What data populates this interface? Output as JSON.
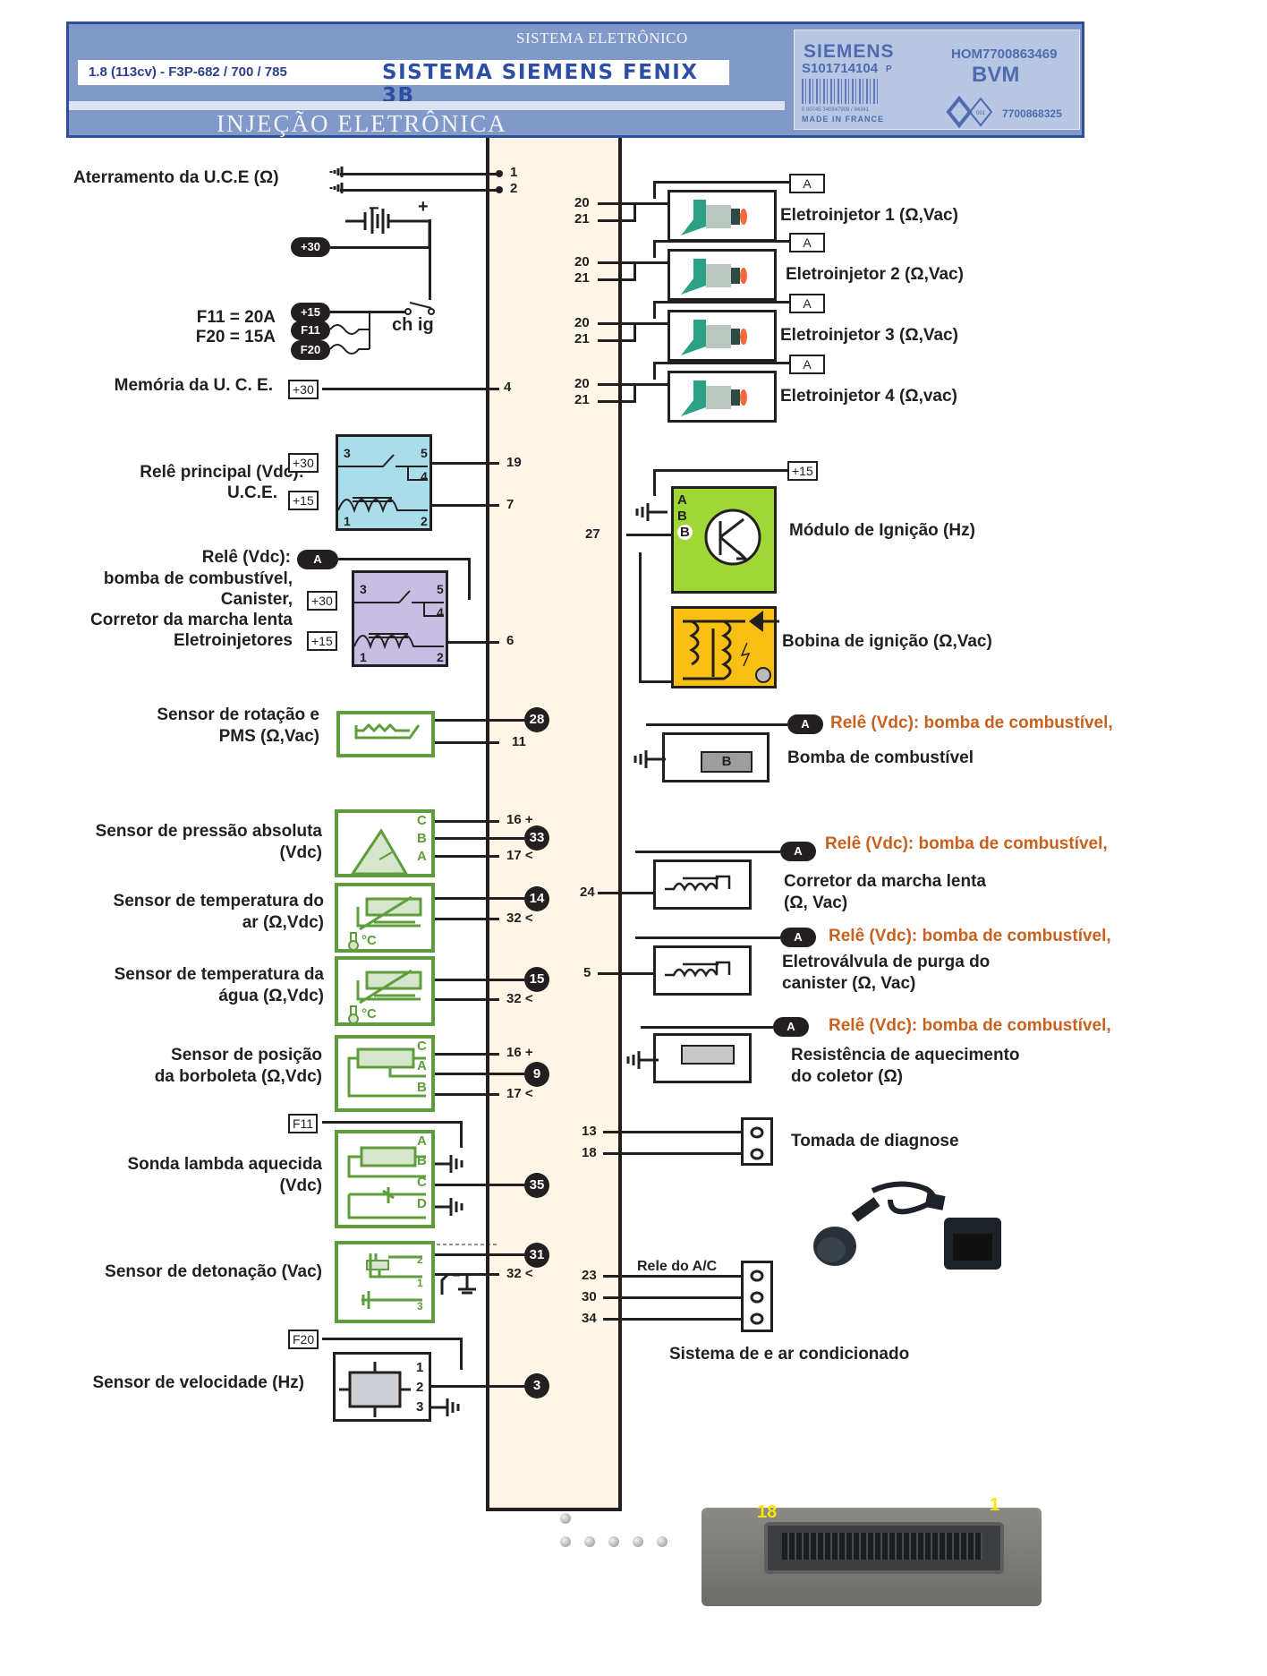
{
  "header": {
    "subtitle": "SISTEMA ELETRÔNICO",
    "model": "1.8 (113cv) - F3P-682 / 700 / 785",
    "system": "SISTEMA  SIEMENS FENIX 3B",
    "title": "INJEÇÃO ELETRÔNICA",
    "plate": {
      "brand": "SIEMENS",
      "serial": "S101714104",
      "suffix": "P",
      "hom": "HOM7700863469",
      "type": "BVM",
      "barcode": "0   00745 340847909 / 94341",
      "origin": "MADE   IN   FRANCE",
      "part": "7700868325",
      "badge": "001"
    }
  },
  "left": {
    "ground": {
      "label": "Aterramento da U.C.E (Ω)",
      "pins": [
        "1",
        "2"
      ]
    },
    "power": {
      "battery_minus": "−",
      "battery_plus": "+",
      "tag30": "+30",
      "tag15": "+15",
      "tagF11": "F11",
      "tagF20": "F20",
      "fuse1": "F11 = 20A",
      "fuse2": "F20 = 15A",
      "switch": "ch ig"
    },
    "memory": {
      "label": "Memória da U. C. E.",
      "tag": "+30",
      "pin": "4"
    },
    "main_relay": {
      "label1": "Relê principal (Vdc):",
      "label2": "U.C.E.",
      "tag30": "+30",
      "tag15": "+15",
      "terminals": [
        "3",
        "5",
        "4",
        "1",
        "2"
      ],
      "pins": [
        "19",
        "7"
      ]
    },
    "pump_relay": {
      "label1": "Relê (Vdc):",
      "label2": "bomba de combustível,",
      "label3": "Canister,",
      "label4": "Corretor da marcha lenta",
      "label5": "Eletroinjetores",
      "pill": "A",
      "tag30": "+30",
      "tag15": "+15",
      "terminals": [
        "3",
        "5",
        "4",
        "1",
        "2"
      ],
      "pin": "6"
    },
    "rpm_sensor": {
      "label1": "Sensor de rotação e",
      "label2": "PMS (Ω,Vac)",
      "pins": [
        "28",
        "11"
      ]
    },
    "map_sensor": {
      "label1": "Sensor de pressão absoluta",
      "label2": "(Vdc)",
      "terminals": [
        "C",
        "B",
        "A"
      ],
      "pins": [
        "16 +",
        "33",
        "17 <"
      ]
    },
    "air_temp": {
      "label1": "Sensor de temperatura do",
      "label2": "ar  (Ω,Vdc)",
      "unit": "°C",
      "pins": [
        "14",
        "32 <"
      ]
    },
    "water_temp": {
      "label1": "Sensor de temperatura da",
      "label2": "água  (Ω,Vdc)",
      "unit": "°C",
      "pins": [
        "15",
        "32 <"
      ]
    },
    "tps": {
      "label1": "Sensor de posição",
      "label2": "da borboleta (Ω,Vdc)",
      "terminals": [
        "C",
        "A",
        "B"
      ],
      "pins": [
        "16 +",
        "9",
        "17 <"
      ]
    },
    "lambda": {
      "label1": "Sonda lambda aquecida",
      "label2": "(Vdc)",
      "tag": "F11",
      "terminals": [
        "A",
        "B",
        "C",
        "D"
      ],
      "pin": "35"
    },
    "knock": {
      "label": "Sensor de detonação (Vac)",
      "terminals": [
        "2",
        "1",
        "3"
      ],
      "pins": [
        "31",
        "32 <"
      ]
    },
    "speed": {
      "label": "Sensor de velocidade (Hz)",
      "tag": "F20",
      "terminals": [
        "1",
        "2",
        "3"
      ],
      "pin": "3"
    }
  },
  "right": {
    "injectors": [
      {
        "label": "Eletroinjetor 1 (Ω,Vac)",
        "tag": "A",
        "pins": [
          "20",
          "21"
        ]
      },
      {
        "label": "Eletroinjetor 2 (Ω,Vac)",
        "tag": "A",
        "pins": [
          "20",
          "21"
        ]
      },
      {
        "label": "Eletroinjetor 3 (Ω,Vac)",
        "tag": "A",
        "pins": [
          "20",
          "21"
        ]
      },
      {
        "label": "Eletroinjetor 4 (Ω,vac)",
        "tag": "A",
        "pins": [
          "20",
          "21"
        ]
      }
    ],
    "ignition_module": {
      "label": "Módulo de Ignição (Hz)",
      "tag": "+15",
      "terminals": [
        "A",
        "B",
        "B"
      ],
      "pin": "27"
    },
    "ignition_coil": {
      "label": "Bobina de ignição (Ω,Vac)"
    },
    "fuel_pump": {
      "relay_ref": "Relê (Vdc): bomba de combustível,",
      "label": "Bomba de combustível",
      "pill": "A",
      "symbol": "B"
    },
    "idle": {
      "relay_ref": "Relê (Vdc): bomba de combustível,",
      "label1": "Corretor da marcha lenta",
      "label2": "(Ω, Vac)",
      "pill": "A",
      "pin": "24"
    },
    "canister": {
      "relay_ref": "Relê (Vdc): bomba de combustível,",
      "label1": "Eletroválvula de purga do",
      "label2": "canister (Ω, Vac)",
      "pill": "A",
      "pin": "5"
    },
    "heater": {
      "relay_ref": "Relê (Vdc): bomba de combustível,",
      "label1": "Resistência de aquecimento",
      "label2": "do coletor (Ω)",
      "pill": "A"
    },
    "diagnostic": {
      "label": "Tomada de diagnose",
      "pins": [
        "13",
        "18"
      ]
    },
    "ac": {
      "relay_label": "Rele do A/C",
      "label": "Sistema de e ar condicionado",
      "pins": [
        "23",
        "30",
        "34"
      ]
    }
  },
  "connector_photo": {
    "pin_left": "18",
    "pin_right": "1"
  }
}
